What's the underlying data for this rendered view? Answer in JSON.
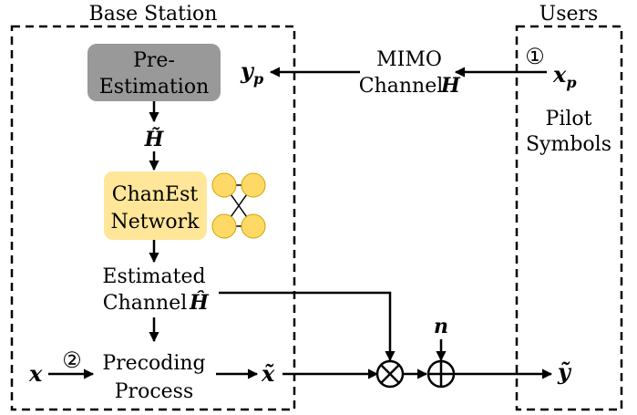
{
  "base_station": {
    "title": "Base Station"
  },
  "users": {
    "title": "Users",
    "pilot_line1": "Pilot",
    "pilot_line2": "Symbols"
  },
  "pre_estimation": {
    "line1": "Pre-",
    "line2": "Estimation",
    "color": "#999999"
  },
  "chanest": {
    "line1": "ChanEst",
    "line2": "Network",
    "color": "#FFE699",
    "node_color": "#FFD966"
  },
  "channel": {
    "line1": "MIMO",
    "line2": "Channel"
  },
  "estimated": {
    "line1": "Estimated",
    "line2": "Channel"
  },
  "precoding": {
    "line1": "Precoding",
    "line2": "Process"
  },
  "symbols": {
    "yp": "y",
    "yp_sub": "p",
    "xp": "x",
    "xp_sub": "p",
    "H": "H",
    "H_tilde": "H̃",
    "H_hat": "Ĥ",
    "x": "x",
    "x_tilde": "x̃",
    "y_tilde": "ỹ",
    "n": "n",
    "step1": "①",
    "step2": "②"
  }
}
